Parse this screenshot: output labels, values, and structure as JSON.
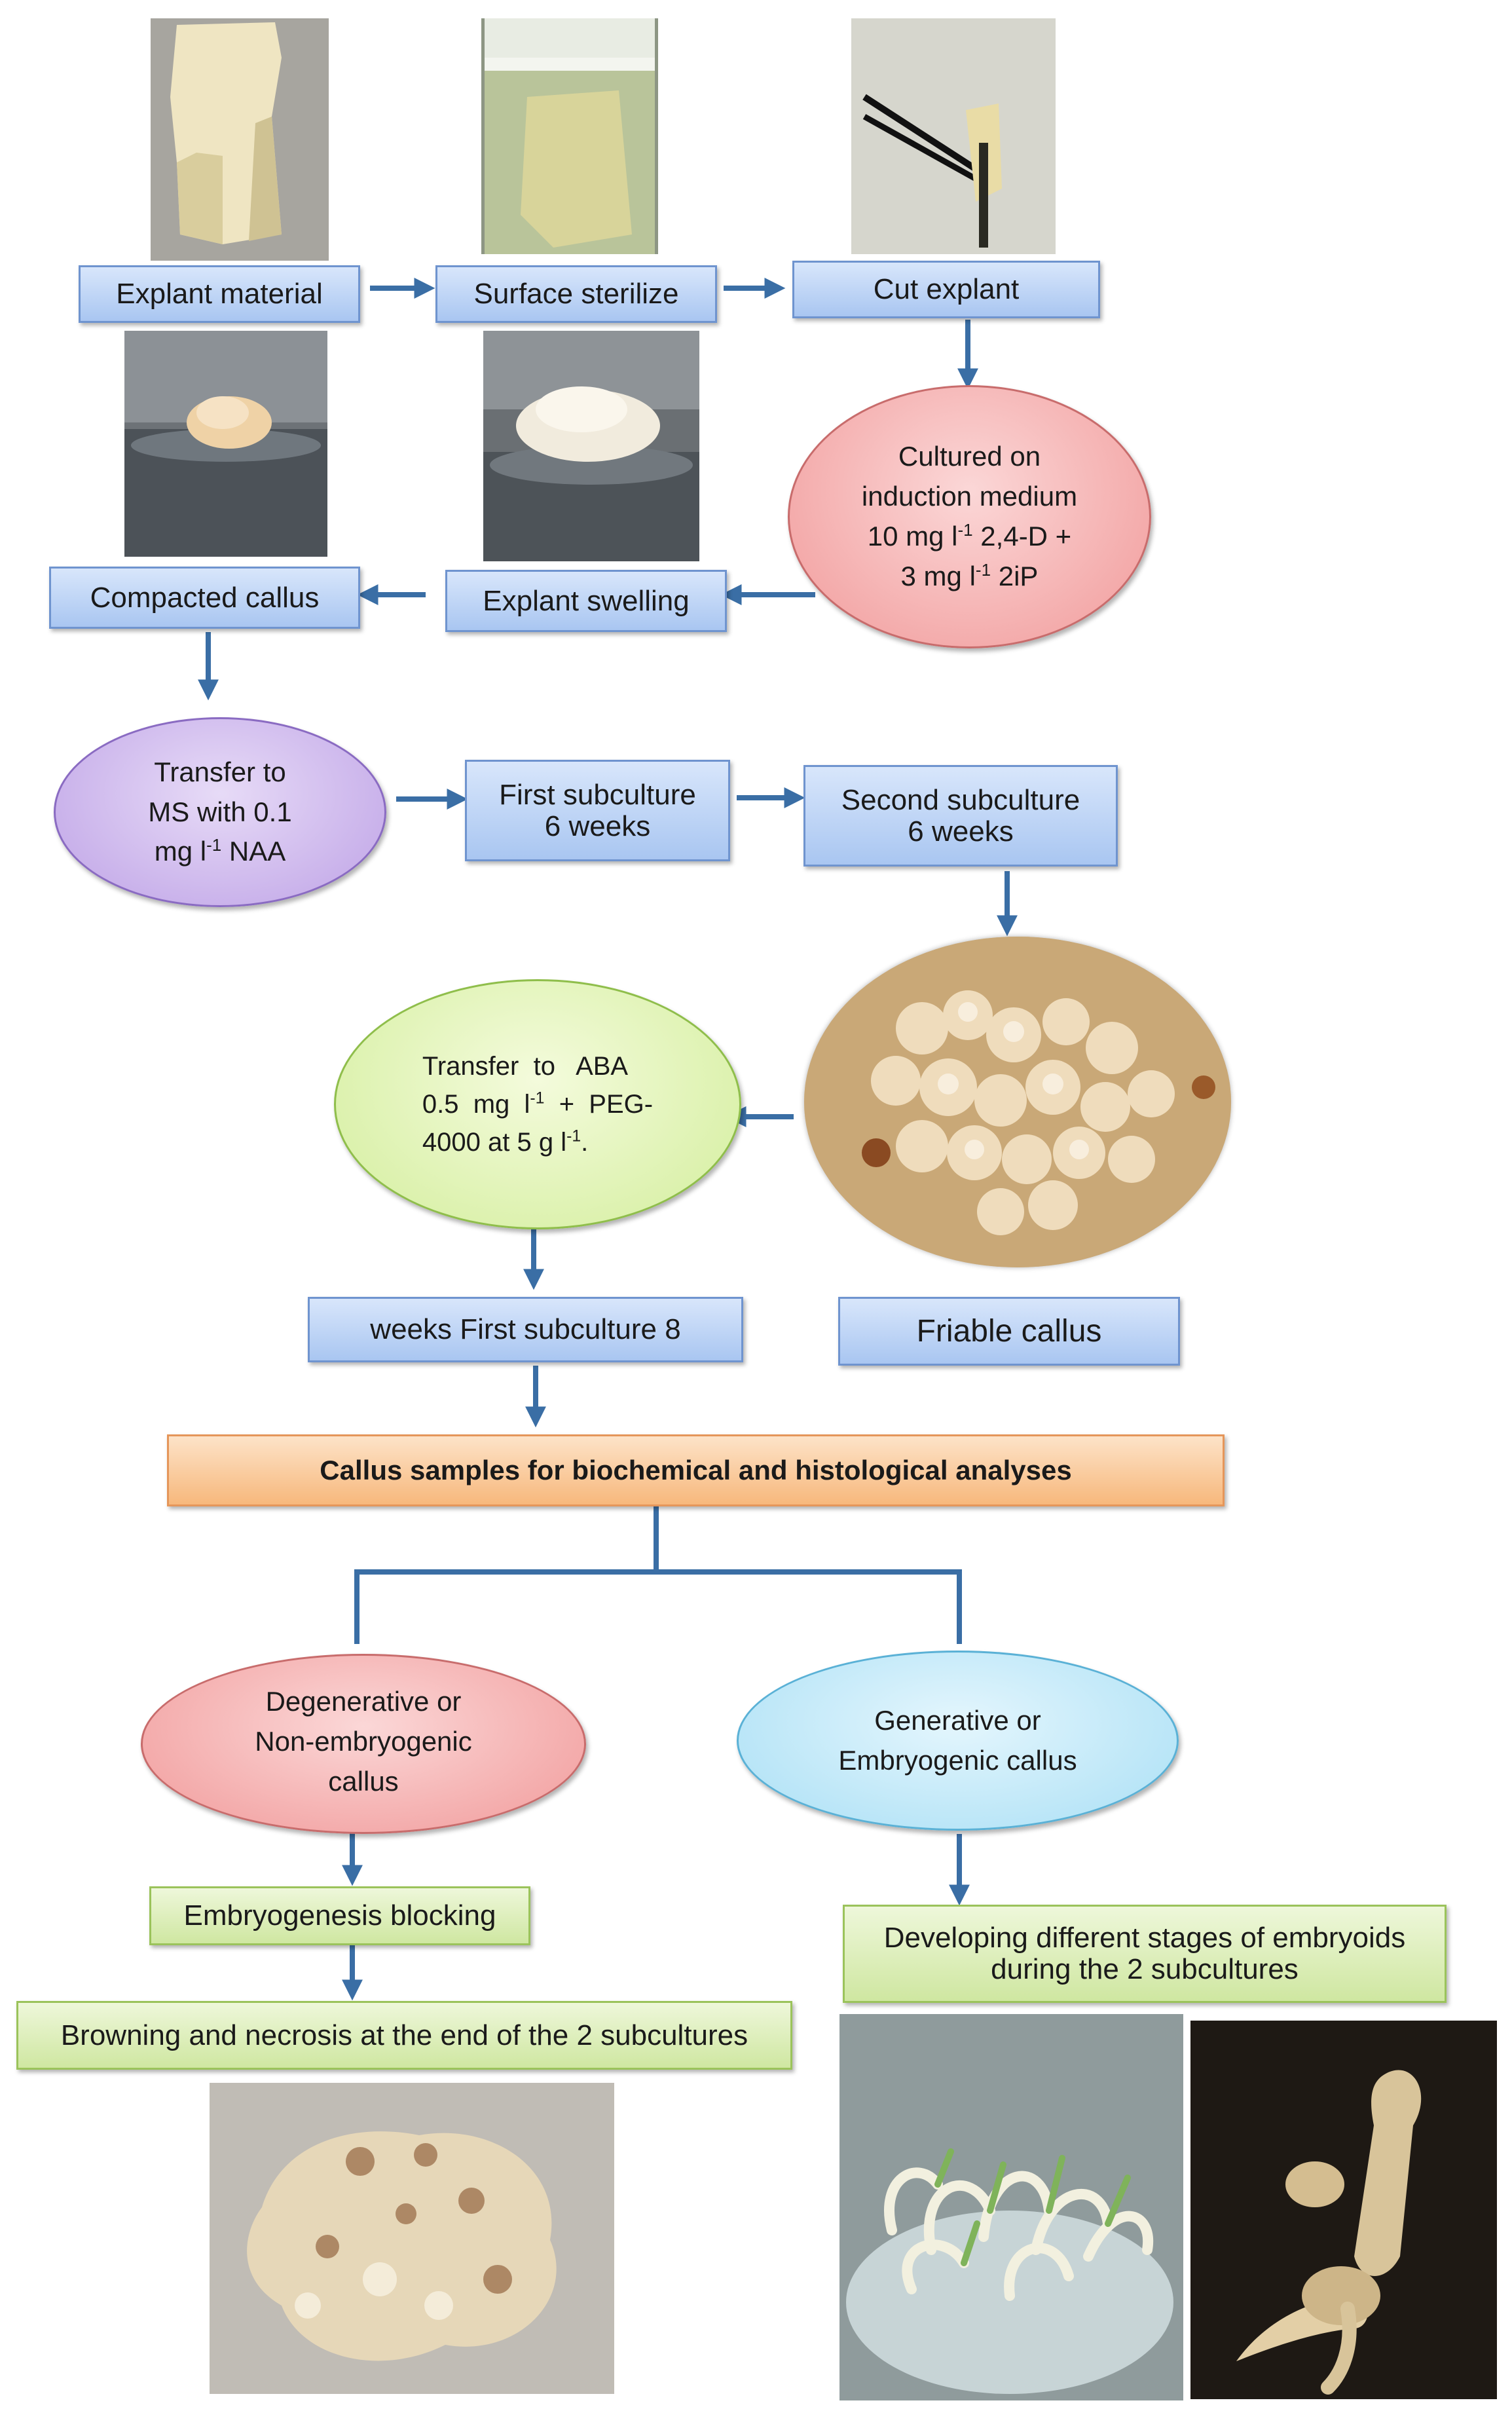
{
  "steps": {
    "explant_material": "Explant material",
    "surface_sterilize": "Surface sterilize",
    "cut_explant": "Cut explant",
    "induction_line1": "Cultured on",
    "induction_line2": "induction medium",
    "induction_line3a": "10 mg l",
    "induction_line3b": " 2,4-D +",
    "induction_line4a": "3 mg l",
    "induction_line4b": " 2iP",
    "explant_swelling": "Explant swelling",
    "compacted_callus": "Compacted callus",
    "transfer_ms_line1": "Transfer to",
    "transfer_ms_line2": "MS with 0.1",
    "transfer_ms_line3a": "mg l",
    "transfer_ms_line3b": " NAA",
    "first_subculture_line1": "First subculture",
    "first_subculture_line2": "6 weeks",
    "second_subculture_line1": "Second subculture",
    "second_subculture_line2": "6 weeks",
    "aba_line1": "Transfer  to   ABA",
    "aba_line2a": "0.5  mg  l",
    "aba_line2b": "  +  PEG-",
    "aba_line3a": "4000 at 5 g l",
    "aba_line3b": ".",
    "friable_callus": "Friable callus",
    "weeks_first_subculture": "weeks First subculture 8",
    "callus_samples": "Callus samples for biochemical and histological analyses",
    "degenerative_line1": "Degenerative or",
    "degenerative_line2": "Non-embryogenic",
    "degenerative_line3": "callus",
    "generative_line1": "Generative or",
    "generative_line2": "Embryogenic callus",
    "embryogenesis_blocking": "Embryogenesis blocking",
    "browning": "Browning and necrosis at the end of the 2 subcultures",
    "developing_line1": "Developing different stages of embryoids",
    "developing_line2": "during the 2 subcultures",
    "superscript": "-1"
  },
  "colors": {
    "arrow": "#3a6ea5",
    "box_blue": "#a9c6f1",
    "box_green": "#cfe7a1",
    "box_orange": "#f7b87c",
    "oval_pink": "#f19a9a",
    "oval_purple": "#bea2e6",
    "oval_lightgreen": "#d3ee9c",
    "oval_lightblue": "#a9dff5"
  },
  "photos": [
    "explant-photo",
    "sterilize-jar-photo",
    "cut-explant-photo",
    "compacted-callus-jar-photo",
    "swelling-jar-photo",
    "friable-callus-photo",
    "necrotic-callus-photo",
    "embryoid-cluster-photo",
    "embryoid-closeup-photo"
  ]
}
